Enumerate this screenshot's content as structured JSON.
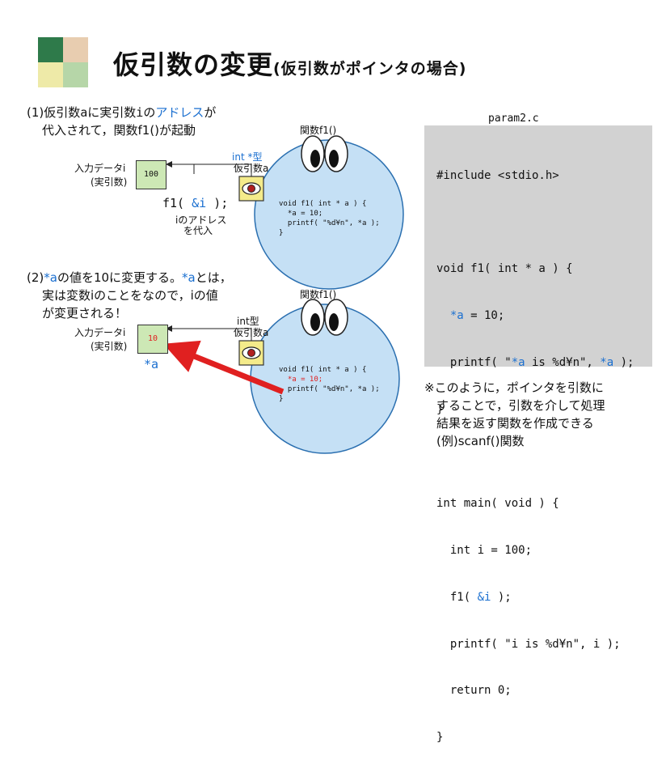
{
  "colors": {
    "accent_blue": "#1a6fd0",
    "highlight_red": "#e02020",
    "circle_fill": "#c5e0f5",
    "code_bg": "#d2d2d2",
    "box_fill": "#cde8b5",
    "eye_box": "#f4eb8a"
  },
  "header": {
    "title": "仮引数の変更",
    "subtitle": "(仮引数がポインタの場合)"
  },
  "section1": {
    "line1_pre": "(1)仮引数",
    "line1_a": "a",
    "line1_mid": "に実引数",
    "line1_i": "i",
    "line1_mid2": "の",
    "line1_addr": "アドレス",
    "line1_post": "が",
    "line2": "代入されて，関数f1()が起動",
    "func_label": "関数f1()",
    "param_type": "int *型",
    "param_label": "仮引数a",
    "input_label": "入力データi",
    "arg_label": "(実引数)",
    "box_value": "100",
    "call_pre": "f1( ",
    "call_amp": "&i",
    "call_post": " );",
    "note1": "iのアドレス",
    "note2": "を代入",
    "code_lines": [
      "void f1( int * a ) {",
      "  *a = 10;",
      "  printf( \"%d¥n\", *a );",
      "}"
    ]
  },
  "section2": {
    "line1_pre": "(2)",
    "line1_star": "*a",
    "line1_mid": "の値を10に変更する。",
    "line1_star2": "*a",
    "line1_post": "とは，",
    "line2": "実は変数iのことをなので，iの値",
    "line3": "が変更される！",
    "func_label": "関数f1()",
    "param_type": "int型",
    "param_label": "仮引数a",
    "input_label": "入力データi",
    "arg_label": "(実引数)",
    "box_value": "10",
    "star_a": "*a",
    "code_lines": [
      "void f1( int * a ) {",
      "  *a = 10;",
      "  printf( \"%d¥n\", *a );",
      "}"
    ]
  },
  "code": {
    "filename": "param2.c",
    "lines": [
      "#include <stdio.h>",
      "",
      "void f1( int * a ) {",
      "  *a = 10;",
      "  printf( \"*a is %d¥n\", *a );",
      "}",
      "",
      "int main( void ) {",
      "  int i = 100;",
      "  f1( &i );",
      "  printf( \"i is %d¥n\", i );",
      "  return 0;",
      "}"
    ]
  },
  "footnote": {
    "lines": [
      "※このように，ポインタを引数に",
      "　することで，引数を介して処理",
      "　結果を返す関数を作成できる",
      "　(例)scanf()関数"
    ]
  }
}
